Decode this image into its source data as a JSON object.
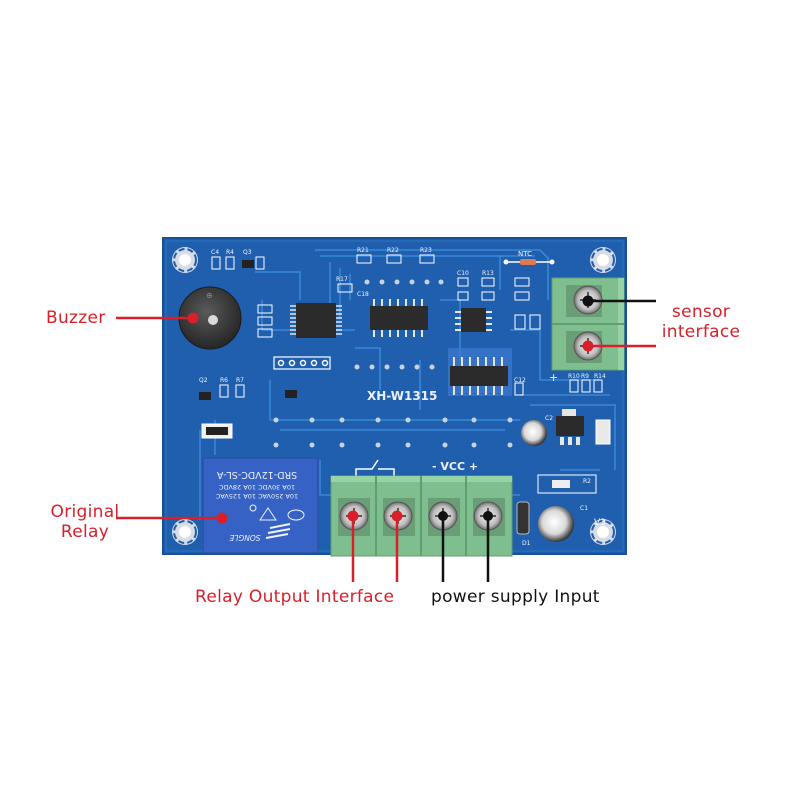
{
  "product": {
    "board_model": "XH-W1315",
    "relay_marking": [
      "SRD-12VDC-SL-A",
      "10A 30VDC  10A 28VDC",
      "10A 250VAC  10A 125VAC"
    ],
    "relay_brand": "SONGLE",
    "silkscreen": {
      "vcc": "- VCC +",
      "ntc": "NTC",
      "v3": "V3",
      "c1": "C1",
      "c2": "C2",
      "d1": "D1",
      "r2": "R2",
      "r21": "R21",
      "r22": "R22",
      "r23": "R23",
      "r17": "R17",
      "c10": "C10",
      "r13": "R13",
      "c18": "C18",
      "q2": "Q2",
      "r6": "R6",
      "r7": "R7",
      "c4": "C4",
      "r4": "R4",
      "q3": "Q3",
      "r10": "R10",
      "r9": "R9",
      "r14": "R14",
      "c12": "C12",
      "plus": "+"
    }
  },
  "callouts": {
    "buzzer": "Buzzer",
    "relay_line1": "Original",
    "relay_line2": "Relay",
    "sensor_line1": "sensor",
    "sensor_line2": "interface",
    "relay_output": "Relay Output Interface",
    "power_input": "power supply Input"
  },
  "colors": {
    "callout_red": "#d8202a",
    "callout_black": "#111111",
    "pcb_blue": "#1f5fae",
    "terminal_green": "#7fbf8f",
    "relay_blue": "#3562c4"
  }
}
